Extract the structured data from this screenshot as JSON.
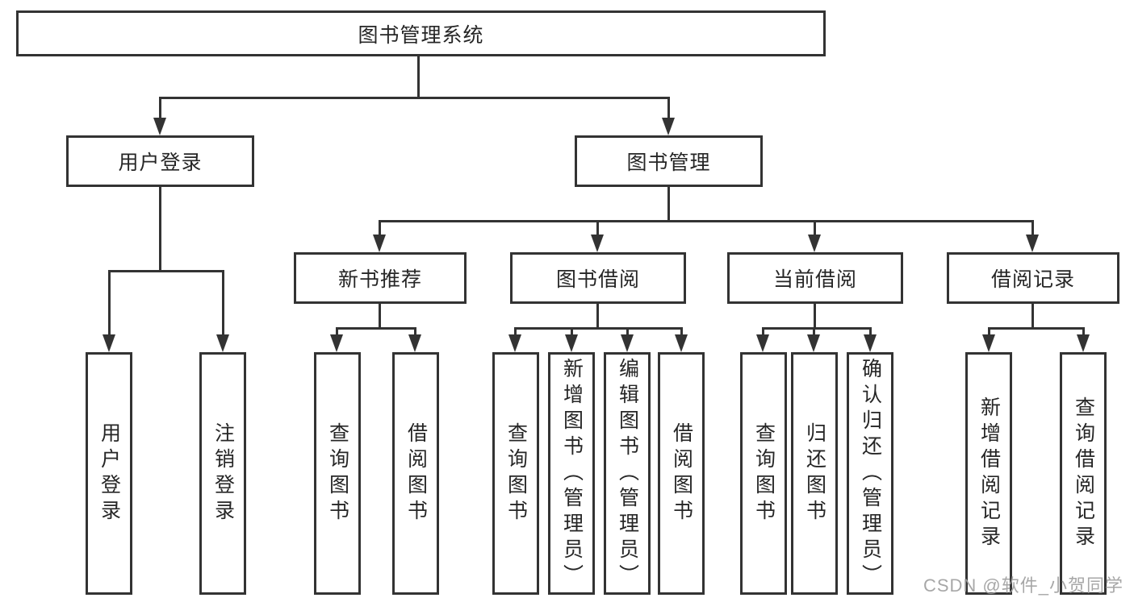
{
  "colors": {
    "line": "#333333",
    "text": "#262626",
    "watermark": "#9e9e9e",
    "bg": "#ffffff"
  },
  "watermark": "CSDN @软件_小贺同学",
  "tree": {
    "label": "图书管理系统",
    "children": [
      {
        "label": "用户登录",
        "children": [
          {
            "label": "用户登录"
          },
          {
            "label": "注销登录"
          }
        ]
      },
      {
        "label": "图书管理",
        "children": [
          {
            "label": "新书推荐",
            "children": [
              {
                "label": "查询图书"
              },
              {
                "label": "借阅图书"
              }
            ]
          },
          {
            "label": "图书借阅",
            "children": [
              {
                "label": "查询图书"
              },
              {
                "label": "新增图书（管理员）"
              },
              {
                "label": "编辑图书（管理员）"
              },
              {
                "label": "借阅图书"
              }
            ]
          },
          {
            "label": "当前借阅",
            "children": [
              {
                "label": "查询图书"
              },
              {
                "label": "归还图书"
              },
              {
                "label": "确认归还（管理员）"
              }
            ]
          },
          {
            "label": "借阅记录",
            "children": [
              {
                "label": "新增借阅记录"
              },
              {
                "label": "查询借阅记录"
              }
            ]
          }
        ]
      }
    ]
  }
}
